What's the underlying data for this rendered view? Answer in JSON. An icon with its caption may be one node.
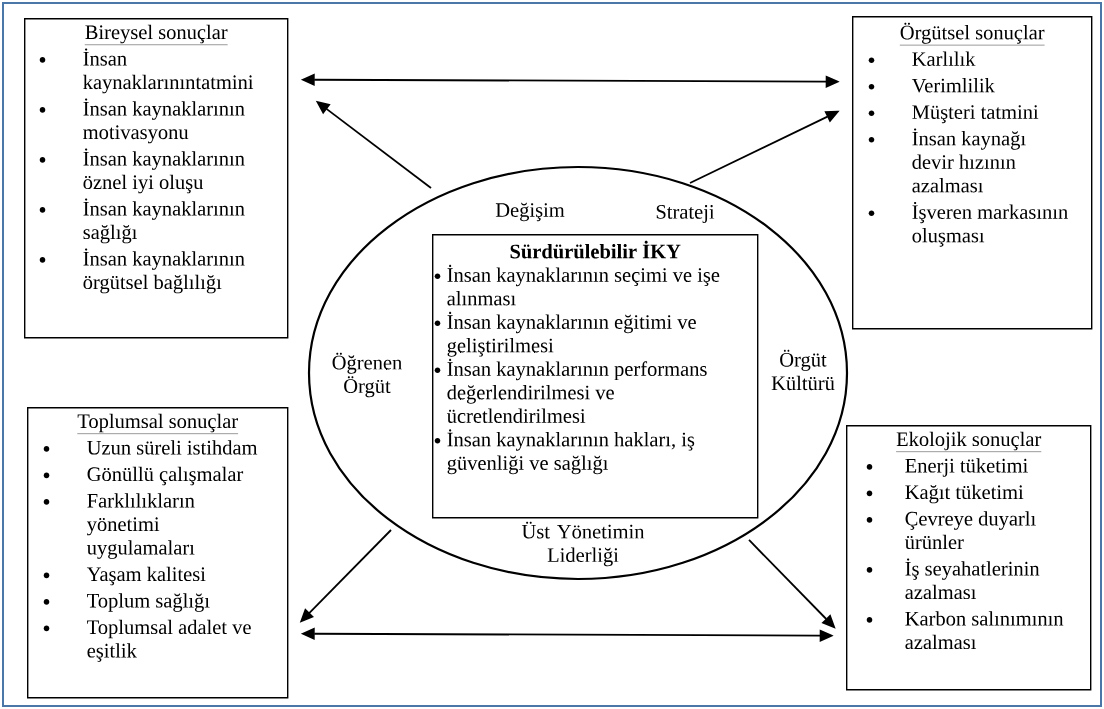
{
  "diagram": {
    "nodes": [
      {
        "text": [
          "Bireysel sonuçlar",
          "İnsan kaynaklarınıntatmini",
          "İnsan kaynaklarının motivasyonu",
          "İnsan kaynaklarının öznel iyi oluşu",
          "İnsan kaynaklarının sağlığı",
          "İnsan kaynaklarının örgütsel bağlılığı"
        ]
      },
      {
        "text": [
          "Örgütsel sonuçlar",
          "Karlılık",
          "Verimlilik",
          "Müşteri tatmini",
          "İnsan kaynağı devir hızının azalması",
          "İşveren markasının oluşması"
        ]
      },
      {
        "text": [
          "Değişim",
          "Strateji",
          "Öğrenen Örgüt",
          "Örgüt Kültürü",
          "Üst Yönetimin Liderliği"
        ]
      },
      {
        "text": [
          "Sürdürülebilir İKY",
          "İnsan kaynaklarının seçimi ve işe alınması",
          "İnsan kaynaklarının eğitimi ve geliştirilmesi",
          "İnsan kaynaklarının performans değerlendirilmesi ve ücretlendirilmesi",
          "İnsan kaynaklarının hakları, iş güvenliği ve sağlığı"
        ],
        "in": 2
      },
      {
        "text": [
          "Toplumsal sonuçlar",
          "Uzun süreli istihdam",
          "Gönüllü çalışmalar",
          "Farklılıkların yönetimi uygulamaları",
          "Yaşam kalitesi",
          "Toplum sağlığı",
          "Toplumsal adalet ve eşitlik"
        ]
      },
      {
        "text": [
          "Ekolojik sonuçlar",
          "Enerji tüketimi",
          "Kağıt tüketimi",
          "Çevreye duyarlı ürünler",
          "İş seyahatlerinin azalması",
          "Karbon salınımının azalması"
        ]
      }
    ],
    "edges": [
      {
        "from": 0,
        "to": 1,
        "arrow": "both"
      },
      {
        "from": 2,
        "to": 0,
        "arrow": "to"
      },
      {
        "from": 2,
        "to": 1,
        "arrow": "to"
      },
      {
        "from": 2,
        "to": 4,
        "arrow": "to"
      },
      {
        "from": 2,
        "to": 5,
        "arrow": "to"
      },
      {
        "from": 4,
        "to": 5,
        "arrow": "both"
      }
    ]
  }
}
